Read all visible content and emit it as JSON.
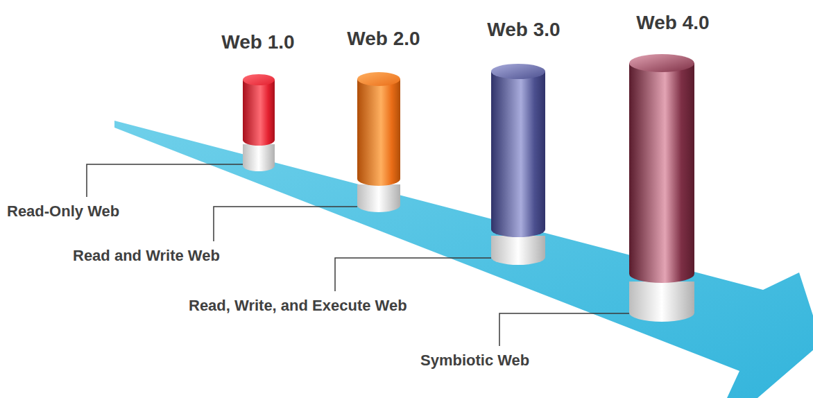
{
  "diagram": {
    "nodes": [
      {
        "text": [
          "Web 1.0"
        ]
      },
      {
        "text": [
          "Web 2.0"
        ]
      },
      {
        "text": [
          "Web 3.0"
        ]
      },
      {
        "text": [
          "Web 4.0"
        ]
      }
    ],
    "labels": [
      "Read-Only Web",
      "Read and Write Web",
      "Read, Write, and Execute Web",
      "Symbiotic Web"
    ]
  }
}
